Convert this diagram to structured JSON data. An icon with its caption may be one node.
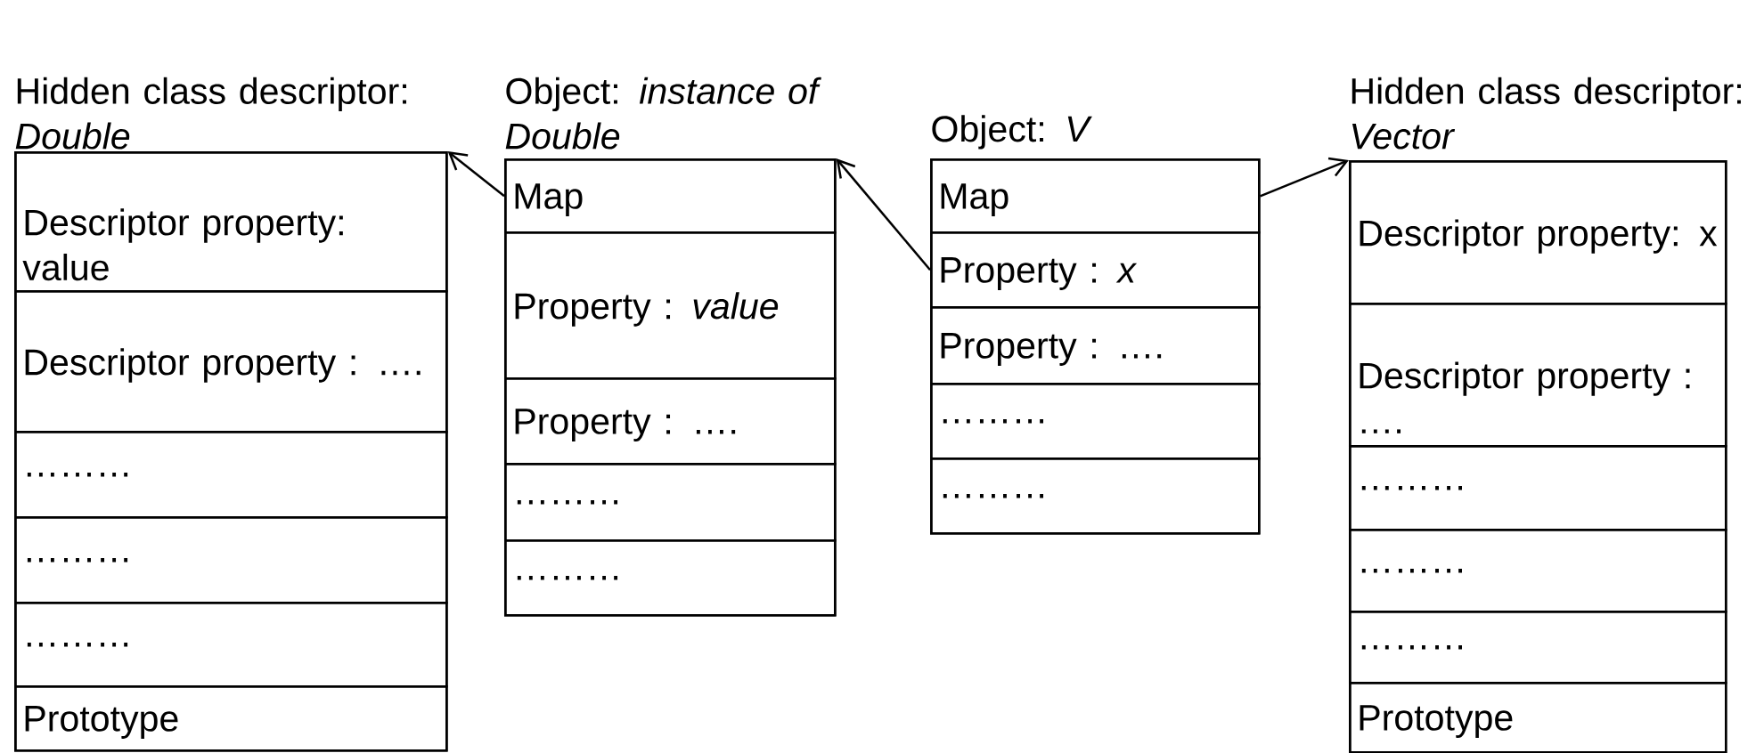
{
  "diagram": {
    "nodes": [
      {
        "text": [
          "Hidden class descriptor: *Double*"
        ]
      },
      {
        "text": [
          "Descriptor property: value"
        ],
        "in": 0
      },
      {
        "text": [
          "Descriptor property : …."
        ],
        "in": 0
      },
      {
        "text": [
          "………"
        ],
        "in": 0
      },
      {
        "text": [
          "………"
        ],
        "in": 0
      },
      {
        "text": [
          "………"
        ],
        "in": 0
      },
      {
        "text": [
          "Prototype"
        ],
        "in": 0
      },
      {
        "text": [
          "Object: *instance of Double*"
        ]
      },
      {
        "text": [
          "Map"
        ],
        "in": 7
      },
      {
        "text": [
          "Property : *value*"
        ],
        "in": 7
      },
      {
        "text": [
          "Property : …."
        ],
        "in": 7
      },
      {
        "text": [
          "………"
        ],
        "in": 7
      },
      {
        "text": [
          "………"
        ],
        "in": 7
      },
      {
        "text": [
          "Object: *V*"
        ]
      },
      {
        "text": [
          "Map"
        ],
        "in": 13
      },
      {
        "text": [
          "Property : *x*"
        ],
        "in": 13
      },
      {
        "text": [
          "Property : …."
        ],
        "in": 13
      },
      {
        "text": [
          "………"
        ],
        "in": 13
      },
      {
        "text": [
          "………"
        ],
        "in": 13
      },
      {
        "text": [
          "Hidden class descriptor: *Vector*"
        ]
      },
      {
        "text": [
          "Descriptor property: x"
        ],
        "in": 19
      },
      {
        "text": [
          "Descriptor property : …."
        ],
        "in": 19
      },
      {
        "text": [
          "………"
        ],
        "in": 19
      },
      {
        "text": [
          "………"
        ],
        "in": 19
      },
      {
        "text": [
          "………"
        ],
        "in": 19
      },
      {
        "text": [
          "Prototype"
        ],
        "in": 19
      }
    ],
    "edges": [
      {
        "from": 8,
        "to": 0,
        "arrow": "to"
      },
      {
        "from": 15,
        "to": 7,
        "arrow": "to"
      },
      {
        "from": 14,
        "to": 19,
        "arrow": "to"
      }
    ]
  }
}
